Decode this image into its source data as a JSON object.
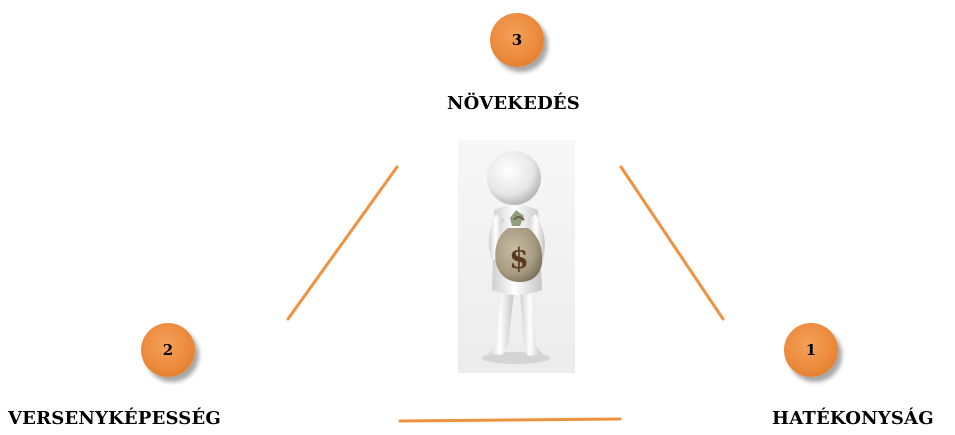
{
  "nodes": {
    "top": {
      "number": "3",
      "label": "NÖVEKEDÉS"
    },
    "left": {
      "number": "2",
      "label": "VERSENYKÉPESSÉG"
    },
    "right": {
      "number": "1",
      "label": "HATÉKONYSÁG"
    }
  },
  "colors": {
    "accent": "#ec8a3c",
    "line": "#f0913f"
  },
  "center_image": {
    "icon": "person-with-money-bag-icon",
    "symbol": "$"
  }
}
